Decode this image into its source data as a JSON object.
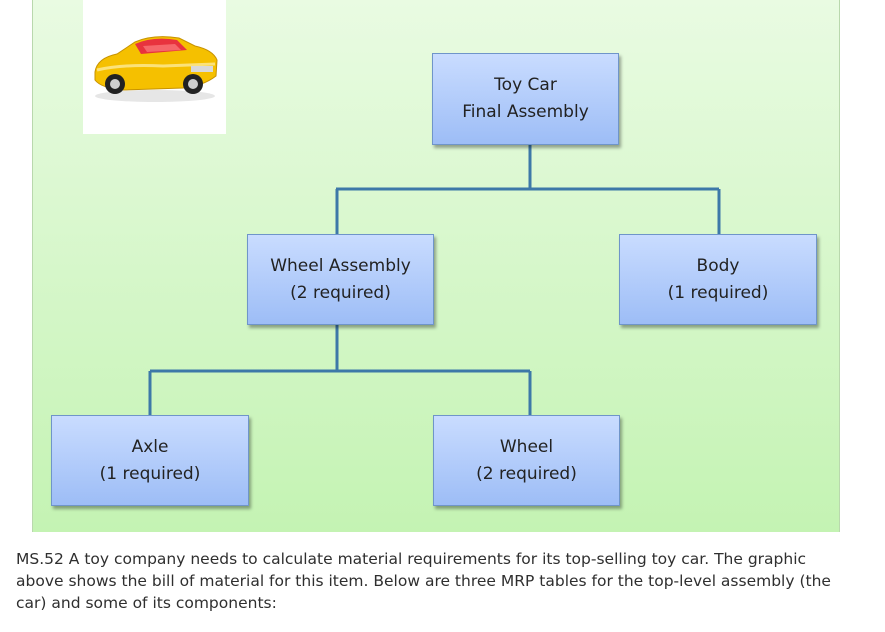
{
  "diagram": {
    "root": {
      "line1": "Toy Car",
      "line2": "Final Assembly"
    },
    "wheel_assembly": {
      "line1": "Wheel Assembly",
      "line2": "(2 required)"
    },
    "body": {
      "line1": "Body",
      "line2": "(1 required)"
    },
    "axle": {
      "line1": "Axle",
      "line2": "(1 required)"
    },
    "wheel": {
      "line1": "Wheel",
      "line2": "(2 required)"
    },
    "connector_color": "#3d78a8",
    "background_color": "#d4f7c8",
    "box_color": "#b3ccfa"
  },
  "photo": {
    "icon": "toy-car-photo",
    "car_color": "#f5c000"
  },
  "caption": "MS.52 A toy company needs to calculate material requirements for its top-selling toy car. The graphic above shows the bill of material for this item. Below are three MRP tables for the top-level assembly (the car) and some of its components:"
}
